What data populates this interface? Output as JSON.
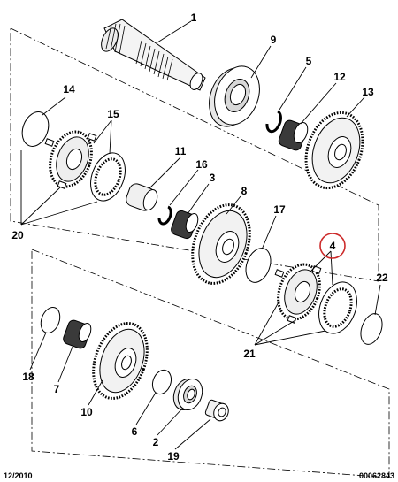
{
  "callouts": [
    "1",
    "9",
    "5",
    "12",
    "13",
    "14",
    "15",
    "11",
    "16",
    "3",
    "8",
    "17",
    "4",
    "20",
    "22",
    "21",
    "18",
    "7",
    "10",
    "6",
    "2",
    "19"
  ],
  "highlighted_callout": "4",
  "highlight_color": "#cc2a2a",
  "footer": {
    "date": "12/2010",
    "reference": "00062843"
  }
}
